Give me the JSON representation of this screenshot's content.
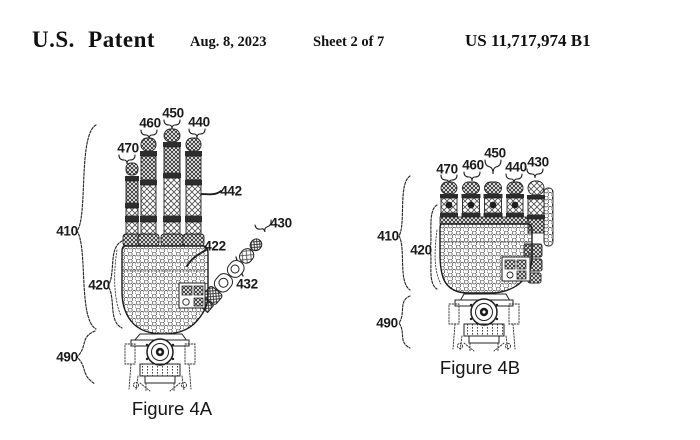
{
  "header": {
    "title": "U.S. Patent",
    "date": "Aug. 8, 2023",
    "sheet": "Sheet 2 of 7",
    "patent_number": "US 11,717,974 B1"
  },
  "fig4a": {
    "caption": "Figure 4A",
    "labels": {
      "n410": "410",
      "n420": "420",
      "n422": "422",
      "n430": "430",
      "n432": "432",
      "n440": "440",
      "n442": "442",
      "n450": "450",
      "n460": "460",
      "n470": "470",
      "n490": "490"
    }
  },
  "fig4b": {
    "caption": "Figure 4B",
    "labels": {
      "n410": "410",
      "n420": "420",
      "n430": "430",
      "n440": "440",
      "n450": "450",
      "n460": "460",
      "n470": "470",
      "n490": "490"
    }
  },
  "ink_color": "#1a1a1a",
  "background_color": "#ffffff"
}
